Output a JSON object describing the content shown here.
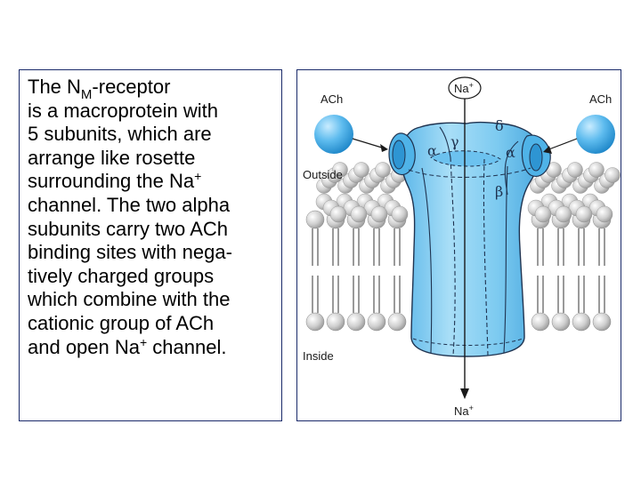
{
  "description": {
    "lines": [
      {
        "parts": [
          {
            "t": "text",
            "v": "The N"
          },
          {
            "t": "sub",
            "v": "M"
          },
          {
            "t": "text",
            "v": "-receptor"
          }
        ]
      },
      {
        "parts": [
          {
            "t": "text",
            "v": "is a macroprotein with"
          }
        ]
      },
      {
        "parts": [
          {
            "t": "text",
            "v": "5 subunits, which are"
          }
        ]
      },
      {
        "parts": [
          {
            "t": "text",
            "v": "arrange like rosette"
          }
        ]
      },
      {
        "parts": [
          {
            "t": "text",
            "v": "surrounding the Na"
          },
          {
            "t": "sup",
            "v": "+"
          }
        ]
      },
      {
        "parts": [
          {
            "t": "text",
            "v": "channel. The two alpha"
          }
        ]
      },
      {
        "parts": [
          {
            "t": "text",
            "v": "subunits carry two ACh"
          }
        ]
      },
      {
        "parts": [
          {
            "t": "text",
            "v": "binding sites with nega-"
          }
        ]
      },
      {
        "parts": [
          {
            "t": "text",
            "v": "tively charged groups"
          }
        ]
      },
      {
        "parts": [
          {
            "t": "text",
            "v": "which combine with the"
          }
        ]
      },
      {
        "parts": [
          {
            "t": "text",
            "v": "cationic group of ACh"
          }
        ]
      },
      {
        "parts": [
          {
            "t": "text",
            "v": "and open Na"
          },
          {
            "t": "sup",
            "v": "+"
          },
          {
            "t": "text",
            "v": " channel."
          }
        ]
      }
    ]
  },
  "diagram": {
    "na_top": "Na",
    "na_top_sup": "+",
    "na_bottom": "Na",
    "na_bottom_sup": "+",
    "ach_left": "ACh",
    "ach_right": "ACh",
    "outside": "Outside",
    "inside": "Inside",
    "subunits": {
      "alpha_left": "α",
      "gamma": "γ",
      "delta": "δ",
      "alpha_right": "α",
      "beta": "β"
    },
    "colors": {
      "protein": "#7ccaf0",
      "protein_dark": "#3fa3db",
      "outline": "#1f3350",
      "lipid_head": "#d4d4d4",
      "ach_ball": "#4fb3e8"
    }
  }
}
